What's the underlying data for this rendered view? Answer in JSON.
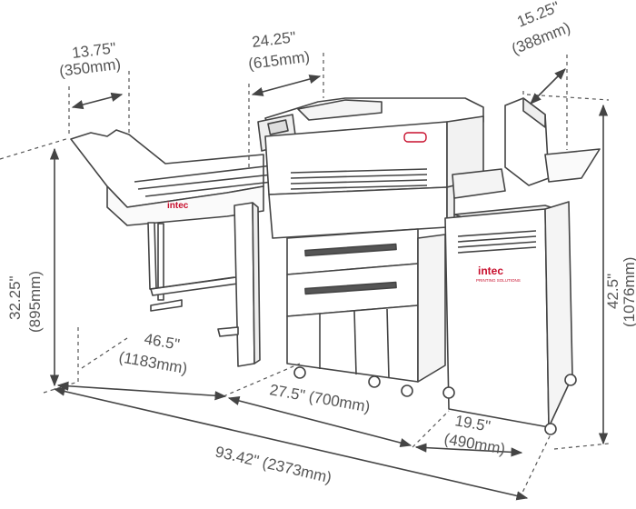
{
  "brand": {
    "name": "intec",
    "tagline": "PRINTING SOLUTIONS",
    "color": "#c8102e"
  },
  "dimensions": {
    "feeder_width": {
      "inches": "13.75\"",
      "mm": "(350mm)"
    },
    "printer_width": {
      "inches": "24.25\"",
      "mm": "(615mm)"
    },
    "finisher_width": {
      "inches": "15.25\"",
      "mm": "(388mm)"
    },
    "feeder_height": {
      "inches": "32.25\"",
      "mm": "(895mm)"
    },
    "total_height": {
      "inches": "42.5\"",
      "mm": "(1076mm)"
    },
    "feeder_depth": {
      "inches": "46.5\"",
      "mm": "(1183mm)"
    },
    "printer_depth": {
      "label": "27.5\" (700mm)"
    },
    "finisher_depth": {
      "inches": "19.5\"",
      "mm": "(490mm)"
    },
    "overall_length": {
      "label": "93.42\" (2373mm)"
    }
  },
  "colors": {
    "line": "#444444",
    "dimension": "#555555",
    "machine_fill": "#ffffff",
    "shade": "#f2f2f2"
  }
}
